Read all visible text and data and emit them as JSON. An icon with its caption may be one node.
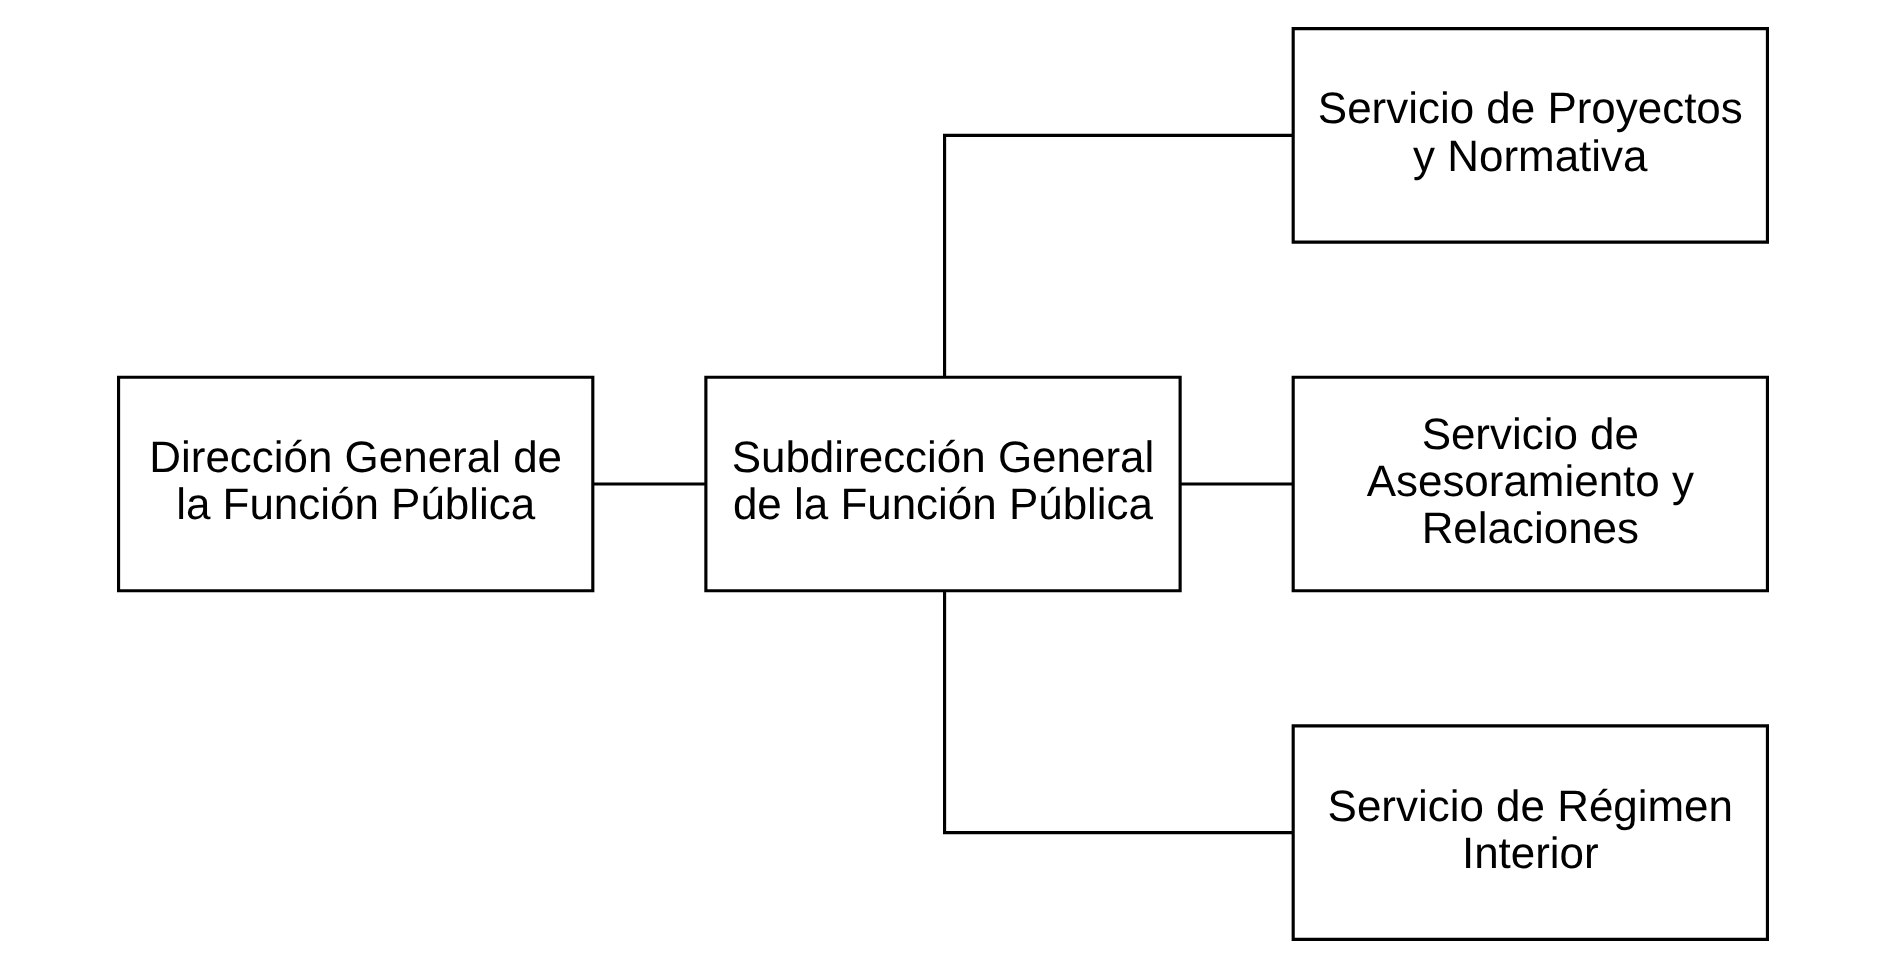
{
  "diagram": {
    "nodes": [
      {
        "text": [
          "Dirección General de la Función Pública"
        ]
      },
      {
        "text": [
          "Subdirección General de la Función Pública"
        ]
      },
      {
        "text": [
          "Servicio de Proyectos y Normativa"
        ]
      },
      {
        "text": [
          "Servicio de Asesoramiento y Relaciones"
        ]
      },
      {
        "text": [
          "Servicio de Régimen Interior"
        ]
      }
    ],
    "edges": [
      {
        "from": 0,
        "to": 1,
        "arrow": "none"
      },
      {
        "from": 1,
        "to": 2,
        "arrow": "none"
      },
      {
        "from": 1,
        "to": 3,
        "arrow": "none"
      },
      {
        "from": 1,
        "to": 4,
        "arrow": "none"
      }
    ]
  }
}
